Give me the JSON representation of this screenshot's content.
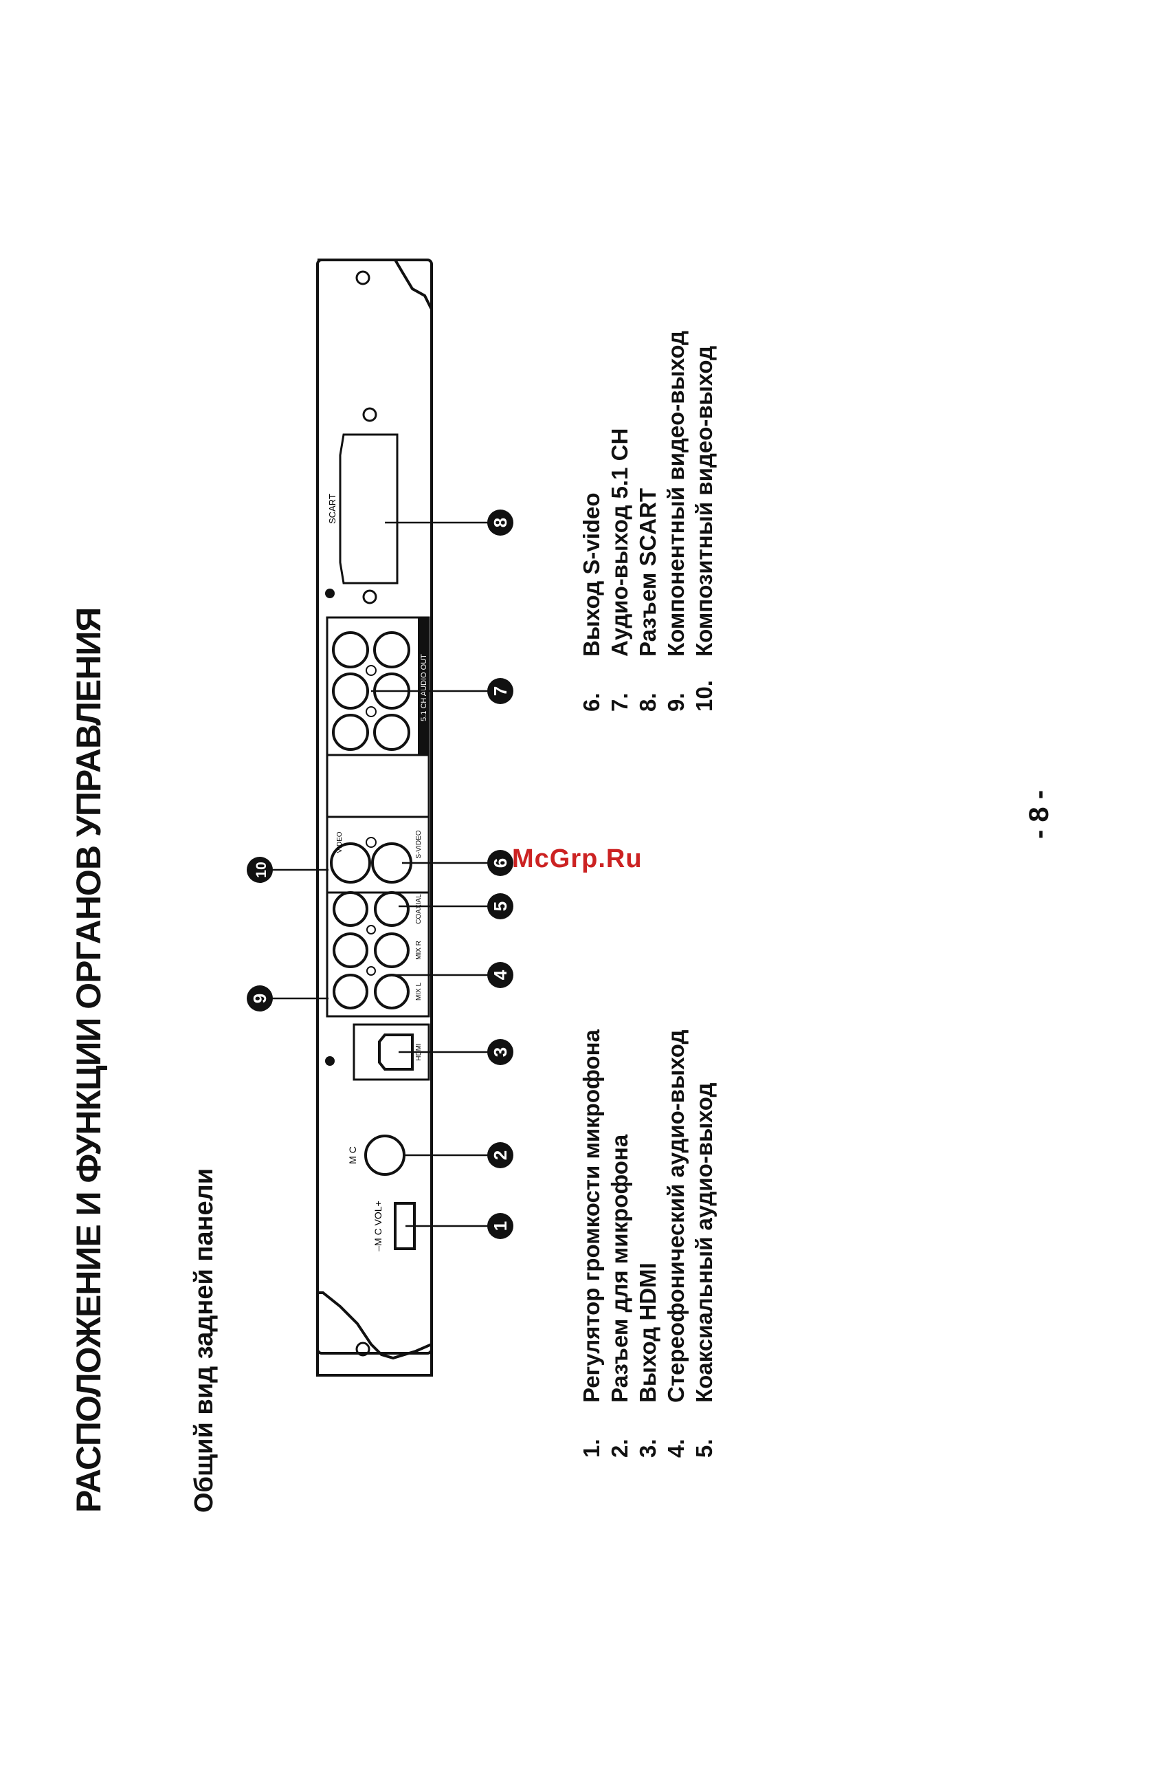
{
  "title": "РАСПОЛОЖЕНИЕ И ФУНКЦИИ ОРГАНОВ УПРАВЛЕНИЯ",
  "subtitle": "Общий вид задней панели",
  "items_left": [
    {
      "num": "1.",
      "text": "Регулятор громкости микрофона"
    },
    {
      "num": "2.",
      "text": "Разъем для микрофона"
    },
    {
      "num": "3.",
      "text": "Выход HDMI"
    },
    {
      "num": "4.",
      "text": "Стереофонический аудио-выход"
    },
    {
      "num": "5.",
      "text": "Коаксиальный аудио-выход"
    }
  ],
  "items_right": [
    {
      "num": "6.",
      "text": "Выход S-video"
    },
    {
      "num": "7.",
      "text": "Аудио-выход 5.1 CH"
    },
    {
      "num": "8.",
      "text": "Разъем SCART"
    },
    {
      "num": "9.",
      "text": "Компонентный видео-выход"
    },
    {
      "num": "10.",
      "text": "Композитный видео-выход"
    }
  ],
  "page_number": "- 8 -",
  "watermark": "McGrp.Ru",
  "panel_labels": {
    "mic_vol": "–M C VOL+",
    "mic": "M C",
    "hdmi": "HDMI",
    "mix_l": "MIX L",
    "mix_r": "MIX R",
    "coaxial": "COAXIAL",
    "video": "VIDEO",
    "svideo": "S-VIDEO",
    "ch51": "5.1 CH AUDIO OUT",
    "scart": "SCART"
  },
  "callouts": [
    "1",
    "2",
    "3",
    "4",
    "5",
    "6",
    "7",
    "8",
    "9",
    "10"
  ]
}
